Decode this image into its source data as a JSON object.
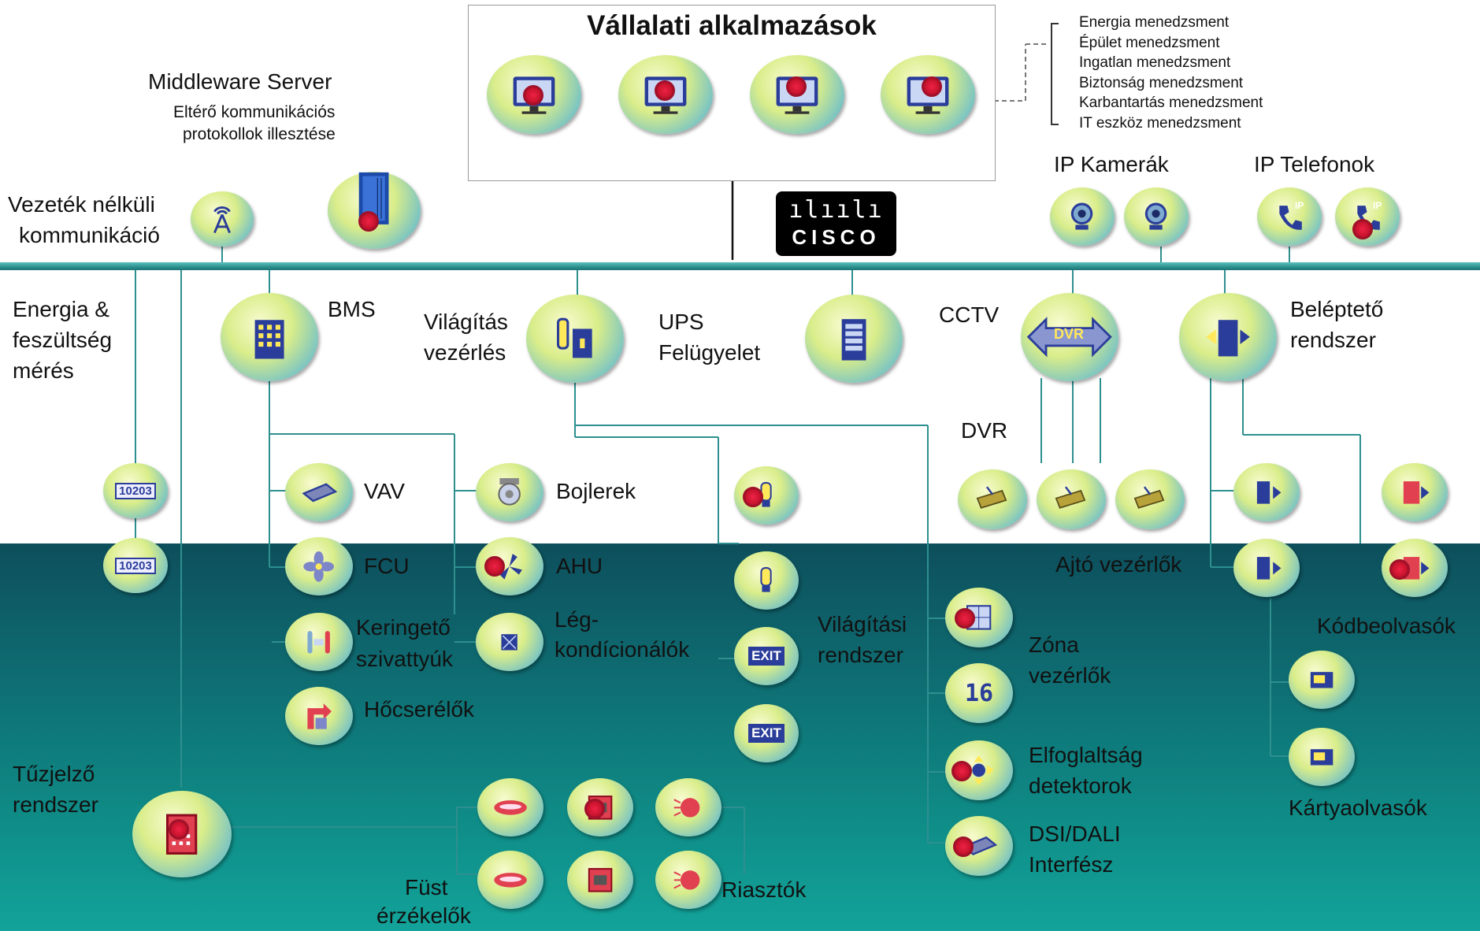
{
  "apps": {
    "title": "Vállalati alkalmazások",
    "list": [
      "Energia menedzsment",
      "Épület menedzsment",
      "Ingatlan menedzsment",
      "Biztonság menedzsment",
      "Karbantartás menedzsment",
      "IT eszköz menedzsment"
    ]
  },
  "cisco": {
    "name": "CISCO",
    "bars": "ılıılı"
  },
  "middleware": {
    "title": "Middleware Server",
    "line1": "Eltérő kommunikációs",
    "line2": "protokollok illesztése"
  },
  "wireless": {
    "line1": "Vezeték nélküli",
    "line2": "kommunikáció"
  },
  "ip_cam": "IP Kamerák",
  "ip_phone": "IP Telefonok",
  "energy": {
    "line1": "Energia &",
    "line2": "feszültség",
    "line3": "mérés"
  },
  "bms": "BMS",
  "lighting_ctrl": {
    "line1": "Világítás",
    "line2": "vezérlés"
  },
  "ups": {
    "line1": "UPS",
    "line2": "Felügyelet"
  },
  "cctv": "CCTV",
  "access": {
    "line1": "Beléptető",
    "line2": "rendszer"
  },
  "dvr": "DVR",
  "vav": "VAV",
  "boiler": "Bojlerek",
  "fcu": "FCU",
  "ahu": "AHU",
  "pumps": {
    "line1": "Keringető",
    "line2": "szivattyúk"
  },
  "ac": {
    "line1": "Lég-",
    "line2": "kondícionálók"
  },
  "heatex": "Hőcserélők",
  "lighting_sys": {
    "line1": "Világítási",
    "line2": "rendszer"
  },
  "zone": {
    "line1": "Zóna",
    "line2": "vezérlők"
  },
  "occupancy": {
    "line1": "Elfoglaltság",
    "line2": "detektorok"
  },
  "dali": {
    "line1": "DSI/DALI",
    "line2": "Interfész"
  },
  "door": "Ajtó vezérlők",
  "code": "Kódbeolvasók",
  "card": "Kártyaolvasók",
  "fire": {
    "line1": "Tűzjelző",
    "line2": "rendszer"
  },
  "smoke": {
    "line1": "Füst",
    "line2": "érzékelők"
  },
  "alarms": "Riasztók",
  "meter_value": "10203",
  "exit_label": "EXIT",
  "dvr_badge": "DVR",
  "zone_badge": "16",
  "phone_badge": "IP",
  "colors": {
    "line": "#2e8f8f",
    "accent_red": "#c9142e",
    "bottom_bg": "#0e6d72"
  }
}
